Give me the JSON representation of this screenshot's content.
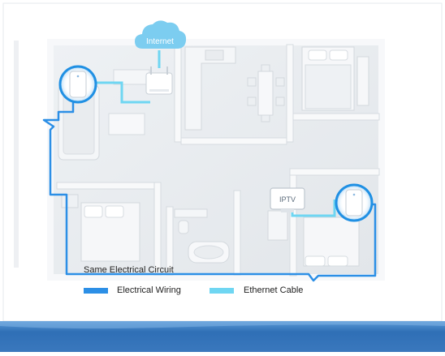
{
  "cloud": {
    "label": "Internet"
  },
  "iptv": {
    "label": "IPTV"
  },
  "circuit": {
    "label": "Same Electrical Circuit"
  },
  "legend": {
    "electrical": {
      "label": "Electrical Wiring",
      "color": "#2c8fe6"
    },
    "ethernet": {
      "label": "Ethernet Cable",
      "color": "#6fd6f2"
    }
  },
  "colors": {
    "cloud": "#7ccdf0",
    "footer": "#2f6fb6",
    "wall": "#f3f5f7",
    "floor": "#e7eaed"
  }
}
